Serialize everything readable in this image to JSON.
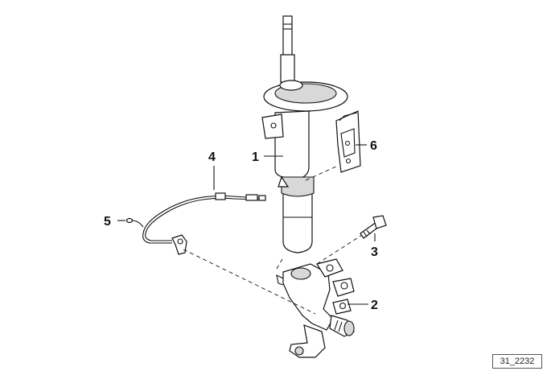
{
  "diagram": {
    "callouts": [
      {
        "id": "1",
        "label": "1"
      },
      {
        "id": "2",
        "label": "2"
      },
      {
        "id": "3",
        "label": "3"
      },
      {
        "id": "4",
        "label": "4"
      },
      {
        "id": "5",
        "label": "5"
      },
      {
        "id": "6",
        "label": "6"
      }
    ],
    "reference_code": "31_2232"
  },
  "colors": {
    "line": "#111111",
    "shade": "#d8d8d8",
    "background": "#ffffff"
  }
}
